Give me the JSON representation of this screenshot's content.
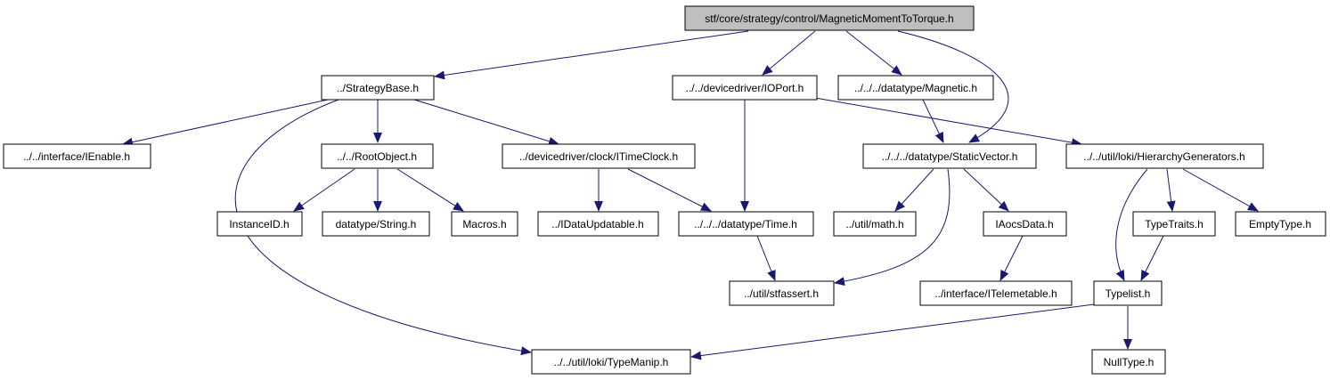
{
  "colors": {
    "edge": "#191970",
    "root_fill": "#bfbfbf",
    "node_fill": "#ffffff",
    "border": "#000000"
  },
  "nodes": [
    {
      "id": "root",
      "label": "stf/core/strategy/control/MagneticMomentToTorque.h",
      "root": true
    },
    {
      "id": "strategybase",
      "label": "../StrategyBase.h"
    },
    {
      "id": "ioport",
      "label": "../../devicedriver/IOPort.h"
    },
    {
      "id": "magnetic",
      "label": "../../../datatype/Magnetic.h"
    },
    {
      "id": "ienable",
      "label": "../../interface/IEnable.h"
    },
    {
      "id": "rootobject",
      "label": "../../RootObject.h"
    },
    {
      "id": "itimeclock",
      "label": "../devicedriver/clock/ITimeClock.h"
    },
    {
      "id": "staticvector",
      "label": "../../../datatype/StaticVector.h"
    },
    {
      "id": "hiergen",
      "label": "../../util/loki/HierarchyGenerators.h"
    },
    {
      "id": "instanceid",
      "label": "InstanceID.h"
    },
    {
      "id": "string",
      "label": "datatype/String.h"
    },
    {
      "id": "macros",
      "label": "Macros.h"
    },
    {
      "id": "idataupdatable",
      "label": "../IDataUpdatable.h"
    },
    {
      "id": "time",
      "label": "../../../datatype/Time.h"
    },
    {
      "id": "math",
      "label": "../util/math.h"
    },
    {
      "id": "iaocsdata",
      "label": "IAocsData.h"
    },
    {
      "id": "typetraits",
      "label": "TypeTraits.h"
    },
    {
      "id": "emptytype",
      "label": "EmptyType.h"
    },
    {
      "id": "stfassert",
      "label": "../util/stfassert.h"
    },
    {
      "id": "itelemetable",
      "label": "../interface/ITelemetable.h"
    },
    {
      "id": "typelist",
      "label": "Typelist.h"
    },
    {
      "id": "typemanip",
      "label": "../../util/loki/TypeManip.h"
    },
    {
      "id": "nulltype",
      "label": "NullType.h"
    }
  ]
}
